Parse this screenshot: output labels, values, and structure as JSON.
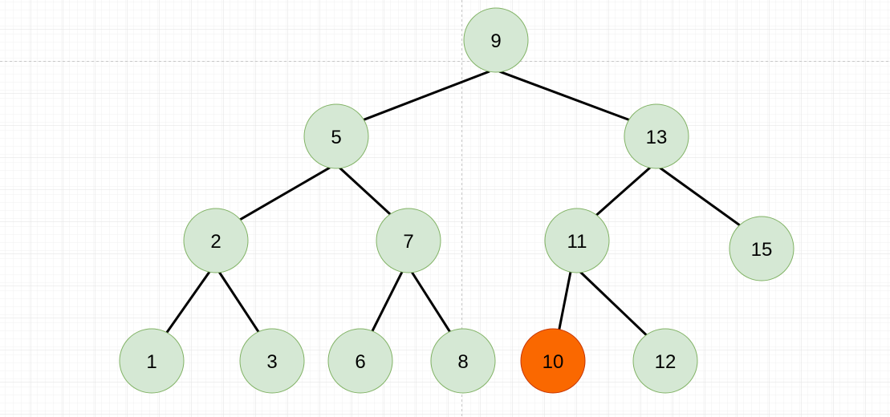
{
  "colors": {
    "node_fill": "#d5e8d4",
    "node_stroke": "#82b366",
    "highlight_fill": "#fa6800",
    "highlight_stroke": "#c73500",
    "edge": "#000000",
    "grid_minor": "#f0f0f0",
    "grid_major": "#e2e2e2",
    "guide": "#c8c8c8"
  },
  "tree": {
    "nodes": [
      {
        "id": "n9",
        "label": "9",
        "highlighted": false
      },
      {
        "id": "n5",
        "label": "5",
        "highlighted": false
      },
      {
        "id": "n13",
        "label": "13",
        "highlighted": false
      },
      {
        "id": "n2",
        "label": "2",
        "highlighted": false
      },
      {
        "id": "n7",
        "label": "7",
        "highlighted": false
      },
      {
        "id": "n11",
        "label": "11",
        "highlighted": false
      },
      {
        "id": "n15",
        "label": "15",
        "highlighted": false
      },
      {
        "id": "n1",
        "label": "1",
        "highlighted": false
      },
      {
        "id": "n3",
        "label": "3",
        "highlighted": false
      },
      {
        "id": "n6",
        "label": "6",
        "highlighted": false
      },
      {
        "id": "n8",
        "label": "8",
        "highlighted": false
      },
      {
        "id": "n10",
        "label": "10",
        "highlighted": true
      },
      {
        "id": "n12",
        "label": "12",
        "highlighted": false
      }
    ],
    "edges": [
      {
        "from": "n9",
        "to": "n5"
      },
      {
        "from": "n9",
        "to": "n13"
      },
      {
        "from": "n5",
        "to": "n2"
      },
      {
        "from": "n5",
        "to": "n7"
      },
      {
        "from": "n13",
        "to": "n11"
      },
      {
        "from": "n13",
        "to": "n15"
      },
      {
        "from": "n2",
        "to": "n1"
      },
      {
        "from": "n2",
        "to": "n3"
      },
      {
        "from": "n7",
        "to": "n6"
      },
      {
        "from": "n7",
        "to": "n8"
      },
      {
        "from": "n11",
        "to": "n10"
      },
      {
        "from": "n11",
        "to": "n12"
      }
    ]
  }
}
